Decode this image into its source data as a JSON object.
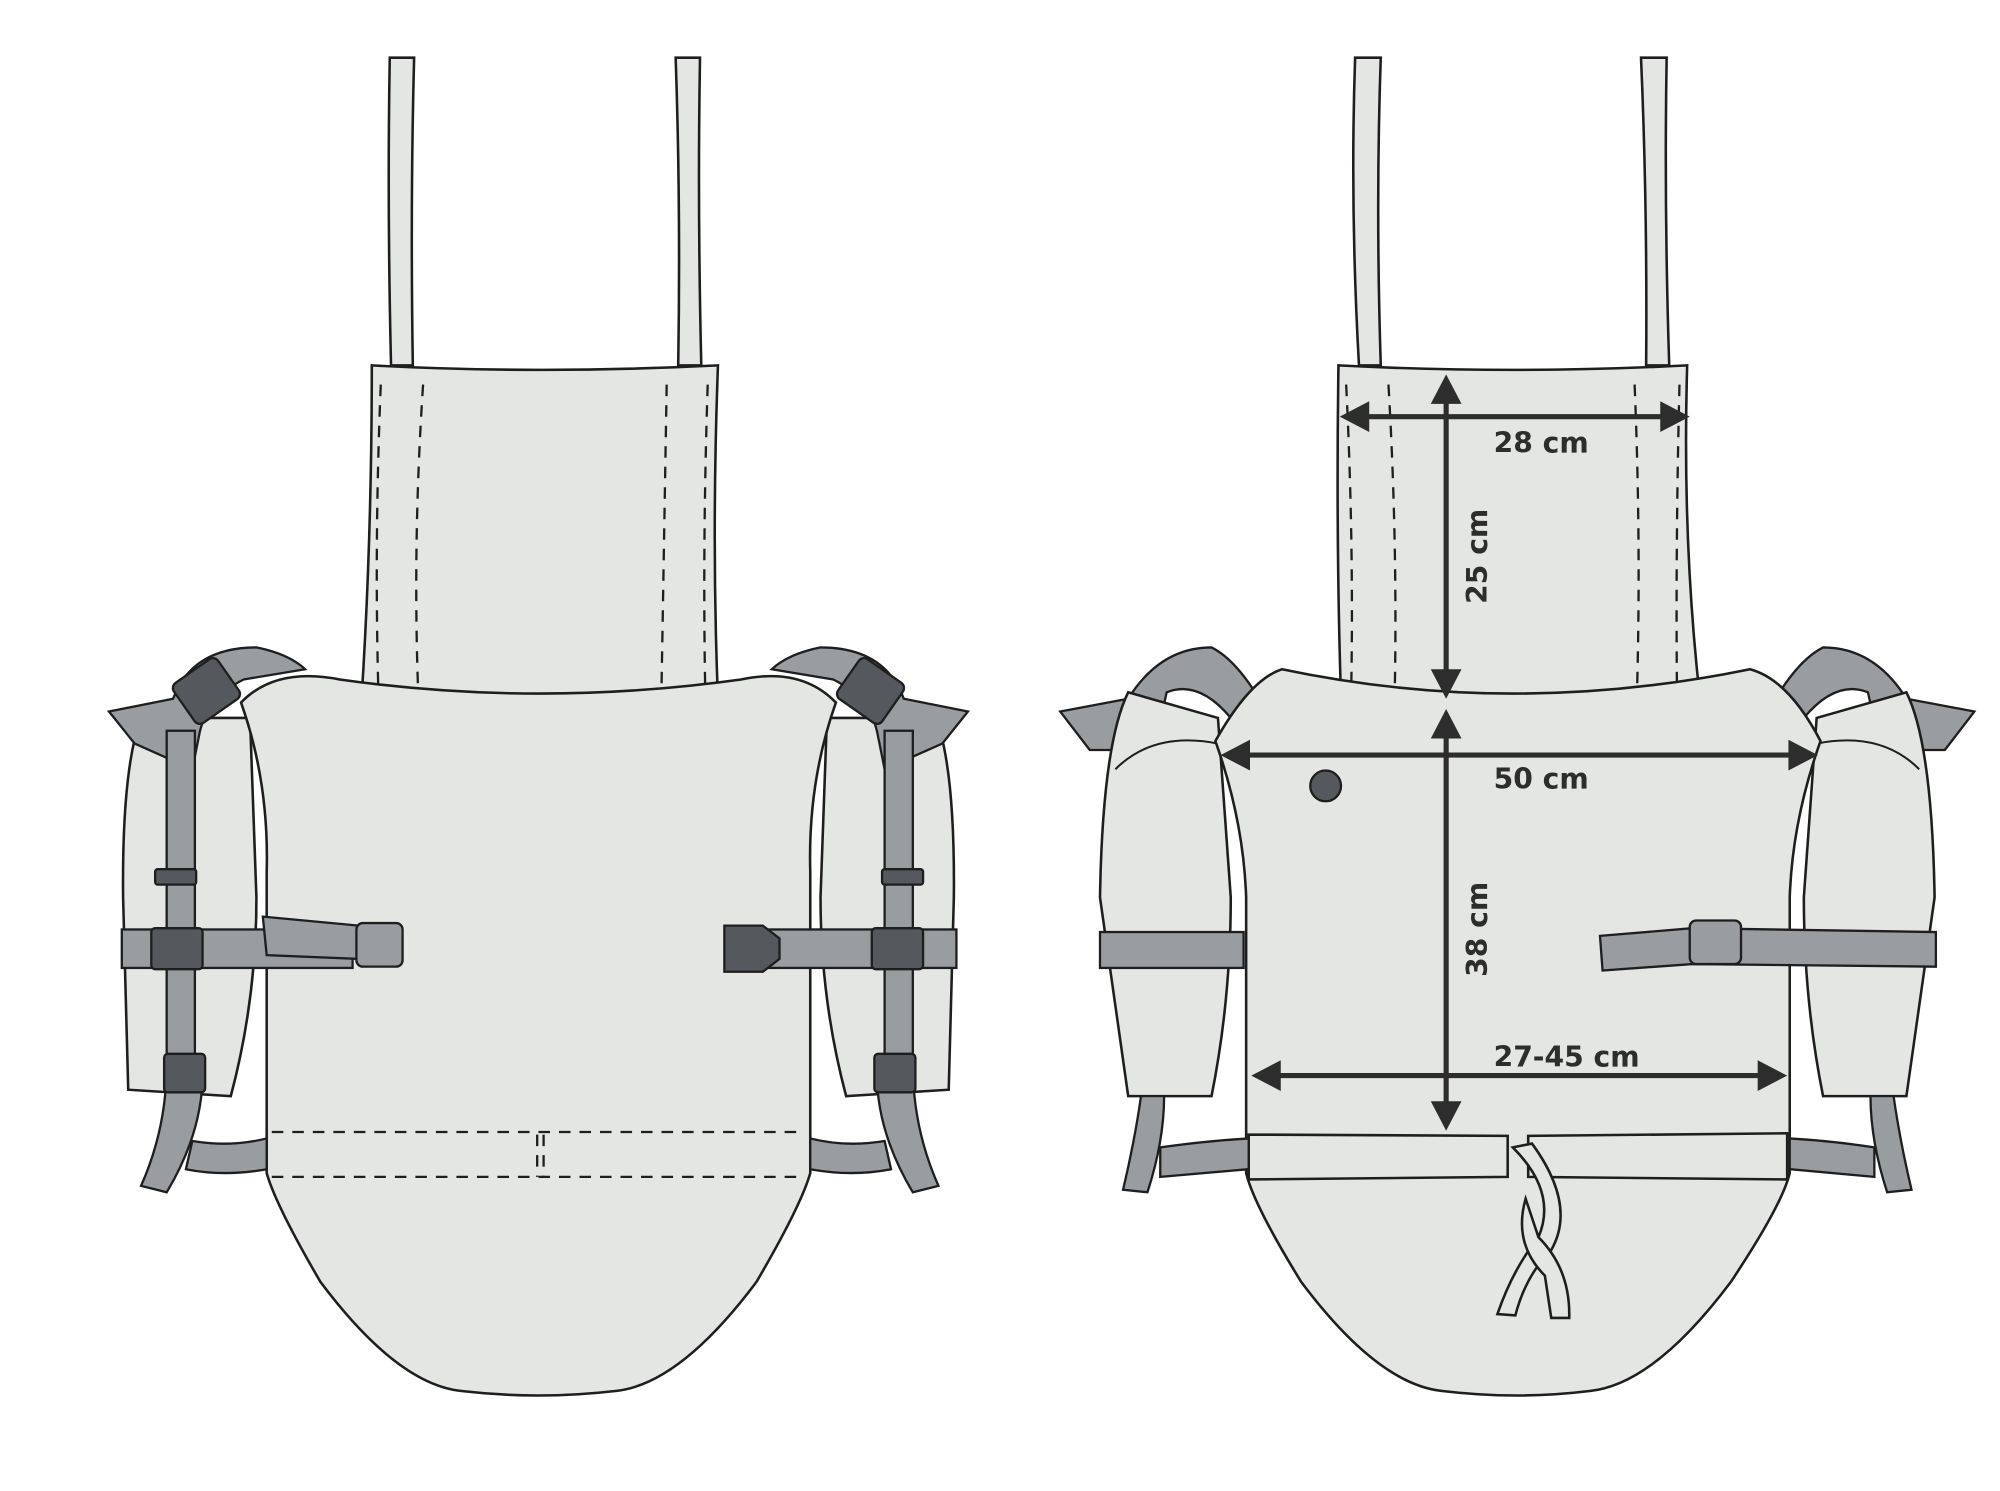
{
  "diagram": {
    "views": [
      "front-view",
      "back-view-with-dimensions"
    ],
    "dimensions": {
      "panel_width": "28 cm",
      "panel_height": "25 cm",
      "body_width": "50 cm",
      "body_height": "38 cm",
      "waist_width": "27-45 cm"
    },
    "colors": {
      "fabric": "#e4e6e3",
      "strap": "#9a9da0",
      "buckle": "#55595e",
      "dimension": "#2d2d2d"
    }
  }
}
